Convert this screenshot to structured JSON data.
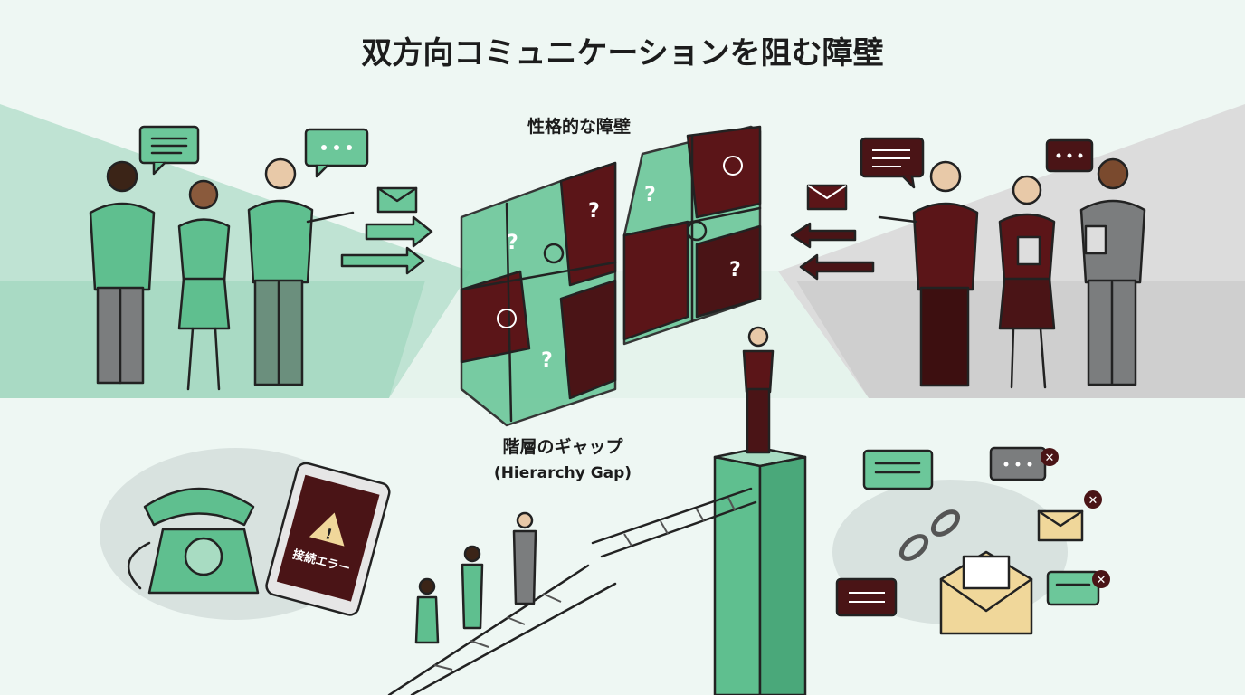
{
  "title": "双方向コミュニケーションを阻む障壁",
  "sections": {
    "personality": {
      "label": "性格的な障壁"
    },
    "hierarchy": {
      "label": "階層のギャップ",
      "sublabel": "(Hierarchy Gap)"
    },
    "tablet_error": {
      "label": "接続エラー"
    }
  },
  "icons": {
    "puzzle_symbols": [
      "question-mark-icon",
      "brain-icon"
    ],
    "misc": [
      "envelope-icon",
      "arrow-icon",
      "speech-bubble-icon",
      "broken-chain-icon",
      "telephone-icon",
      "warning-icon",
      "close-icon"
    ]
  },
  "colors": {
    "green": "#5fbf8f",
    "maroon": "#5b1518",
    "gray": "#7b7d7e",
    "background": "#eef7f3"
  }
}
